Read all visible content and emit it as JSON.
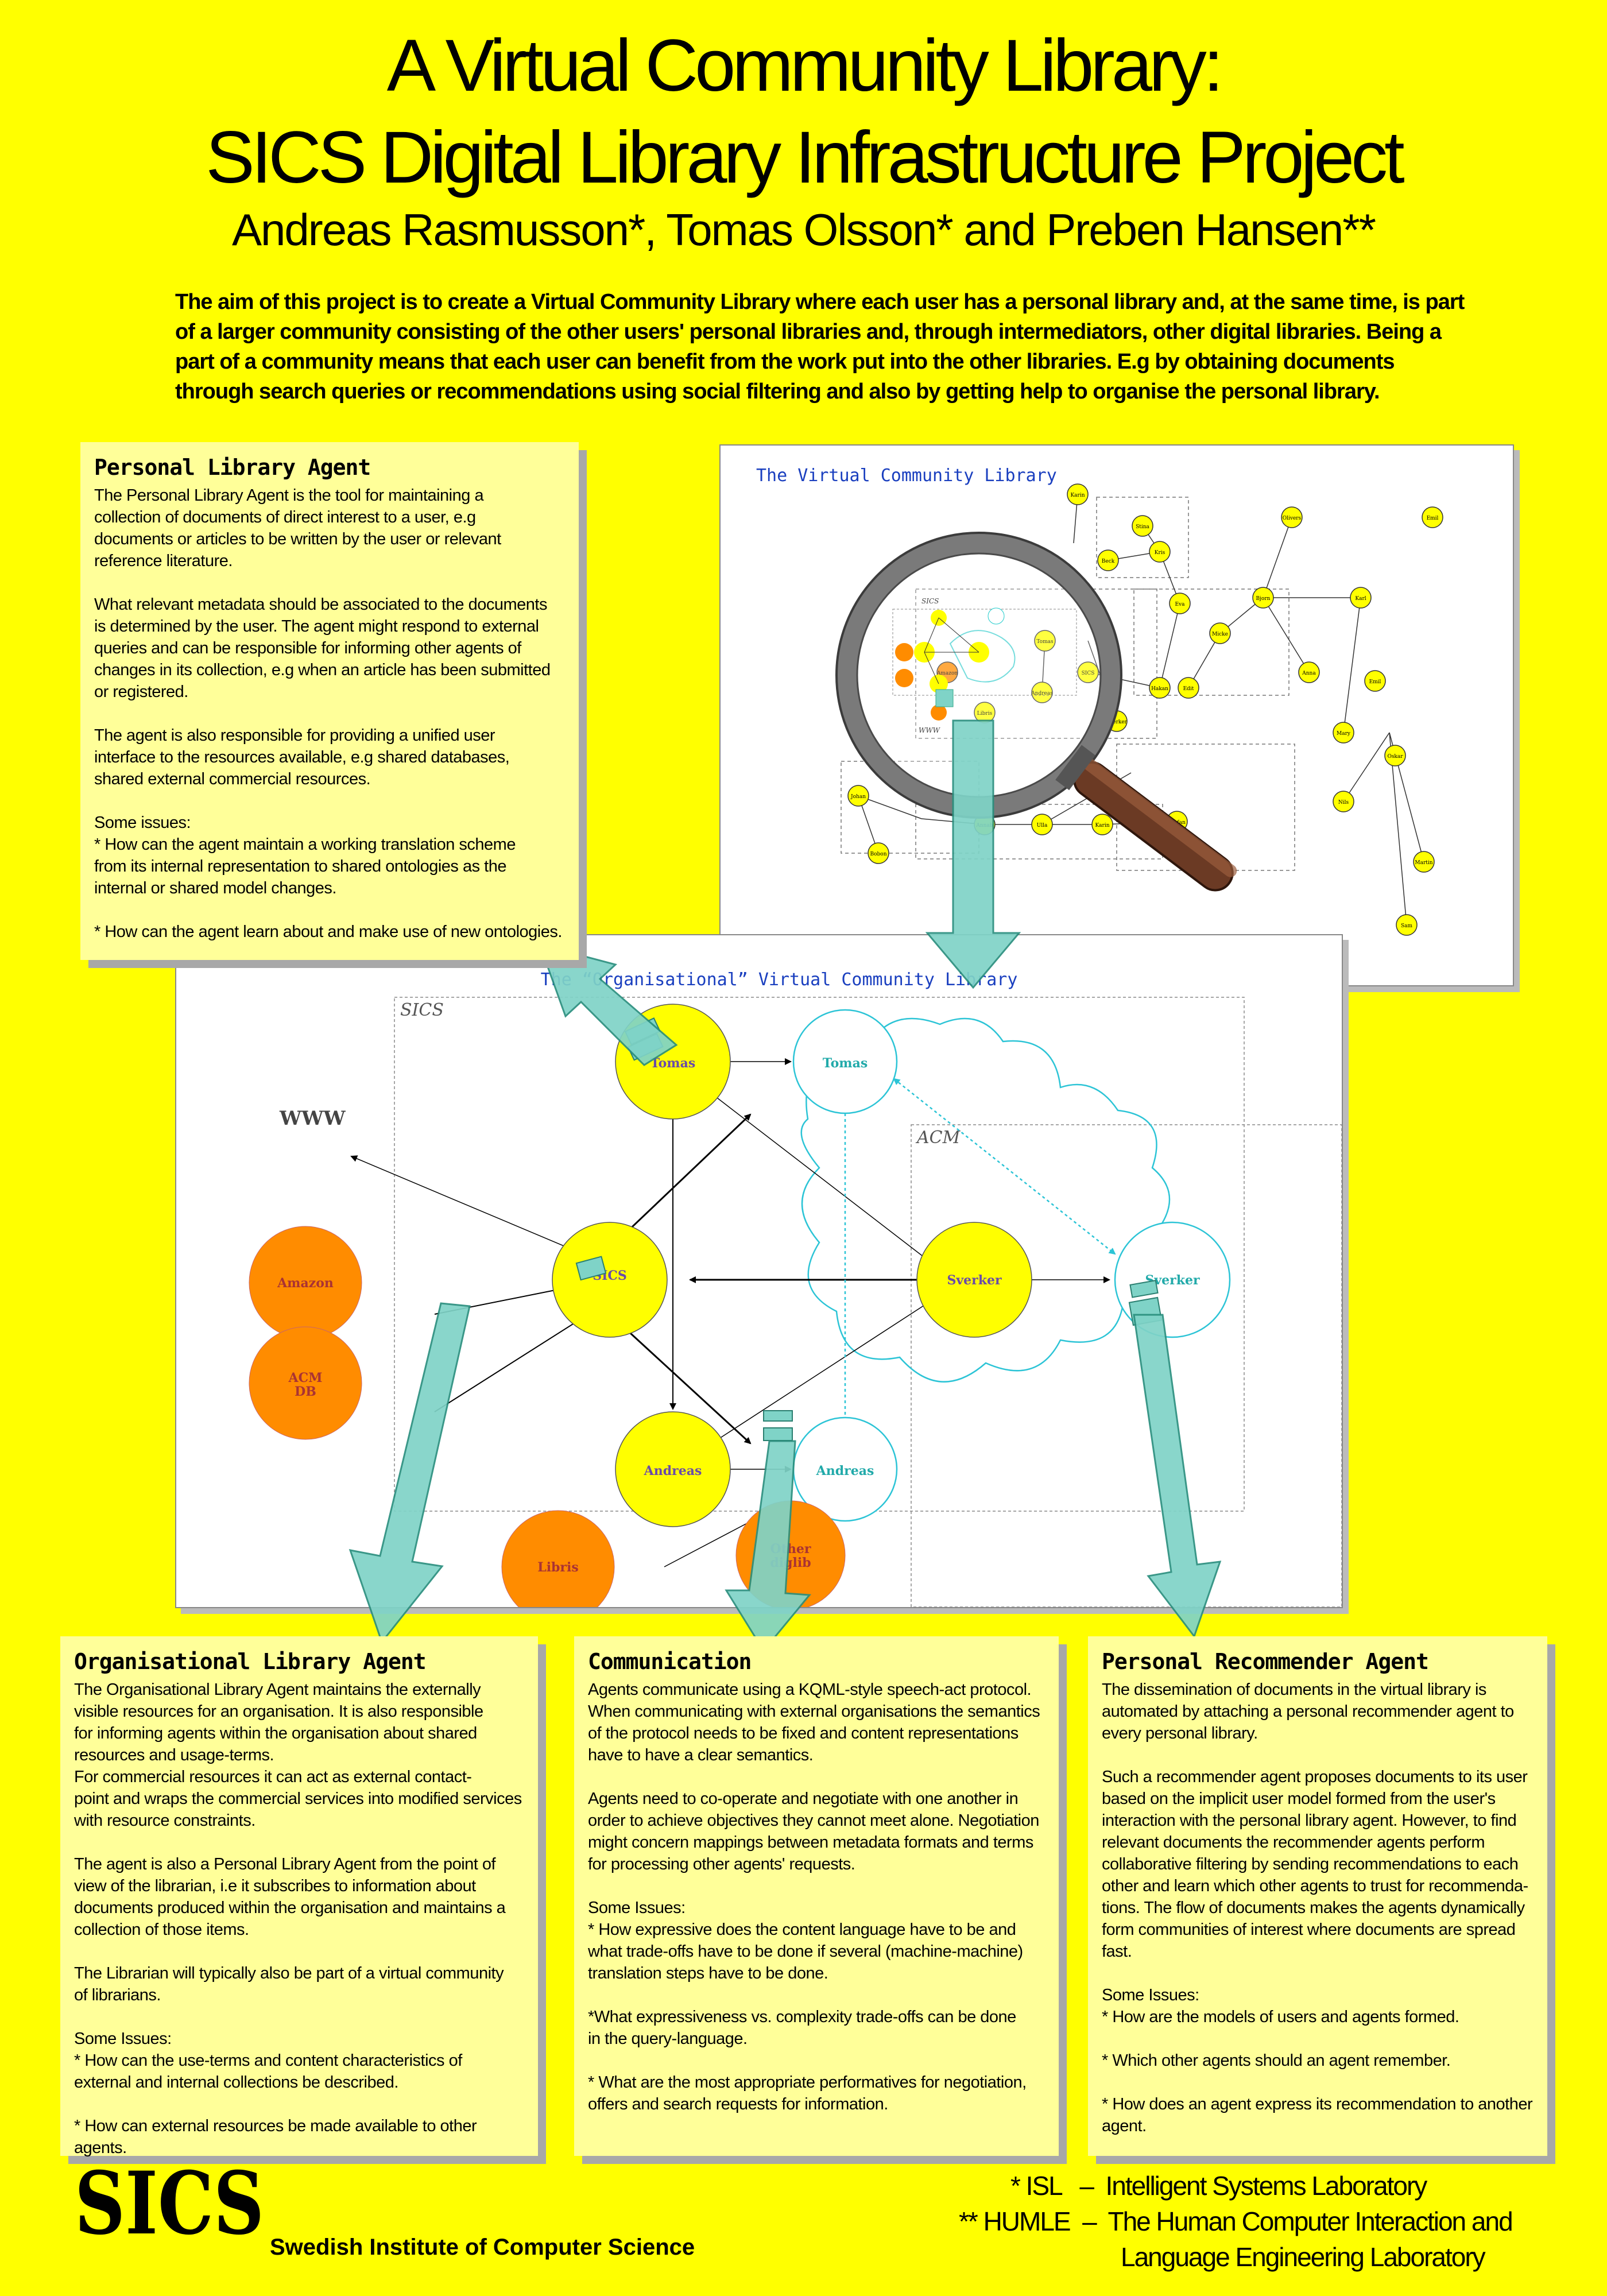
{
  "header": {
    "title_line1": "A Virtual Community Library:",
    "title_line2": "SICS Digital Library Infrastructure Project",
    "authors": "Andreas Rasmusson*, Tomas Olsson* and Preben Hansen**"
  },
  "abstract": "The aim of this project is to create a Virtual Community Library where each user has a personal library and, at the same time, is part of a larger community consisting of the other users' personal libraries and, through intermediators, other digital libraries. Being a part of a community means that each user can benefit from the work put into the other libraries. E.g by obtaining documents through search queries or recommendations using social filtering and also by getting help to organise the personal library.",
  "personal_library_agent": {
    "heading": "Personal Library Agent",
    "paragraphs": [
      "The Personal Library Agent is the tool for maintaining  a\ncollection of  documents of direct interest to a user, e.g\ndocuments or articles to be  written by the user or relevant\nreference literature.",
      "What relevant metadata should be associated to the documents\nis determined by the user. The agent might respond to external\nqueries and can be responsible  for informing other agents of\nchanges in its collection, e.g when an article has been submitted\nor registered.",
      "The agent is also responsible for providing a unified user\ninterface to the resources available, e.g shared databases,\nshared external commercial resources.",
      "Some issues:\n* How can the agent maintain a working translation scheme\nfrom its internal  representation to shared ontologies as the\ninternal or shared model changes.",
      "* How can the agent learn about and make use of new ontologies."
    ]
  },
  "organisational_library_agent": {
    "heading": "Organisational Library Agent",
    "paragraphs": [
      "The Organisational Library Agent maintains the externally\nvisible resources for an organisation. It is also responsible\nfor informing agents within the organisation about shared\nresources and usage-terms.\nFor commercial resources it can act as external contact-\npoint and wraps the commercial services into modified services\nwith resource constraints.",
      "The agent is also a Personal Library Agent from  the point of\nview of the librarian, i.e it subscribes to information about\ndocuments produced within the organisation and maintains a\ncollection of those items.",
      "The Librarian will typically also be part of a virtual community\nof librarians.",
      "Some Issues:\n* How can the use-terms and content characteristics of\nexternal and internal collections be described.",
      "* How can external resources be made available to other agents."
    ]
  },
  "communication": {
    "heading": "Communication",
    "paragraphs": [
      "Agents communicate using a  KQML-style speech-act protocol.\nWhen communicating with external organisations the semantics\nof the protocol needs to be fixed and content representations\nhave to have a clear semantics.",
      "Agents need to co-operate and negotiate with one another in\norder to achieve objectives they cannot meet alone. Negotiation\nmight concern mappings between metadata formats and terms\nfor processing other agents' requests.",
      "",
      "Some Issues:\n* How expressive does the content language have to be and\nwhat trade-offs have to be done if several (machine-machine)\ntranslation steps have to be done.",
      "*What expressiveness vs. complexity trade-offs can be done\nin the query-language.",
      "* What are the most appropriate performatives for negotiation,\noffers and search requests for information."
    ]
  },
  "personal_recommender_agent": {
    "heading": "Personal Recommender Agent",
    "paragraphs": [
      "The dissemination of documents in the virtual library is\nautomated by attaching a personal recommender agent to\nevery personal library.",
      "Such a recommender agent proposes documents to its user\nbased on the implicit user model formed from the user's\ninteraction with the personal library agent. However, to find\nrelevant documents the recommender agents perform\ncollaborative filtering by sending recommendations to each\nother and learn which other agents to trust for recommenda-\ntions. The flow of documents makes the agents dynamically\nform communities of interest where documents are spread\nfast.",
      "Some Issues:\n* How are the models of users and agents formed.",
      "* Which other agents should an agent remember.",
      "* How does an agent express its recommendation to another\nagent."
    ]
  },
  "vcl_diagram": {
    "title": "The Virtual Community Library",
    "nodes": [
      "Karin",
      "Stina",
      "Olivers",
      "Karl",
      "Beck",
      "Kris",
      "Eva",
      "Emil",
      "Bjorn",
      "Micke",
      "Anna",
      "Emil",
      "Oskar",
      "Hakan",
      "Edit",
      "Sam",
      "Johan",
      "Bobon",
      "Ulla",
      "Karin",
      "Annab",
      "Stefan",
      "Nils",
      "Martin",
      "Mary",
      "Tomas",
      "SICS",
      "Andreas",
      "Sverker",
      "Amazon",
      "Libris"
    ],
    "labels": [
      "SICS",
      "ACM",
      "WWW"
    ]
  },
  "org_diagram": {
    "title": "The “Organisational” Virtual Community Library",
    "region_sics": "SICS",
    "region_acm": "ACM",
    "www_label": "WWW",
    "nodes": {
      "tomas": "Tomas",
      "tomas_remote": "Tomas",
      "sics": "SICS",
      "sverker": "Sverker",
      "sverker_remote": "Sverker",
      "andreas": "Andreas",
      "andreas_remote": "Andreas",
      "amazon": "Amazon",
      "acm_db_line1": "ACM",
      "acm_db_line2": "DB",
      "libris": "Libris",
      "other_line1": "Other",
      "other_line2": "diglib"
    }
  },
  "footer": {
    "logo": "SICS",
    "institute": "Swedish Institute of Computer Science",
    "legend_line1": "* ISL   –  Intelligent Systems Laboratory",
    "legend_line2": "** HUMLE  –  The Human Computer Interaction and",
    "legend_line3": "Language Engineering Laboratory"
  },
  "colors": {
    "background": "#ffff00",
    "box": "#ffff99",
    "node_yellow": "#ffff00",
    "node_orange": "#ff8c00",
    "node_cyan": "#22c7d6",
    "arrow_teal": "#7fd3c7"
  }
}
